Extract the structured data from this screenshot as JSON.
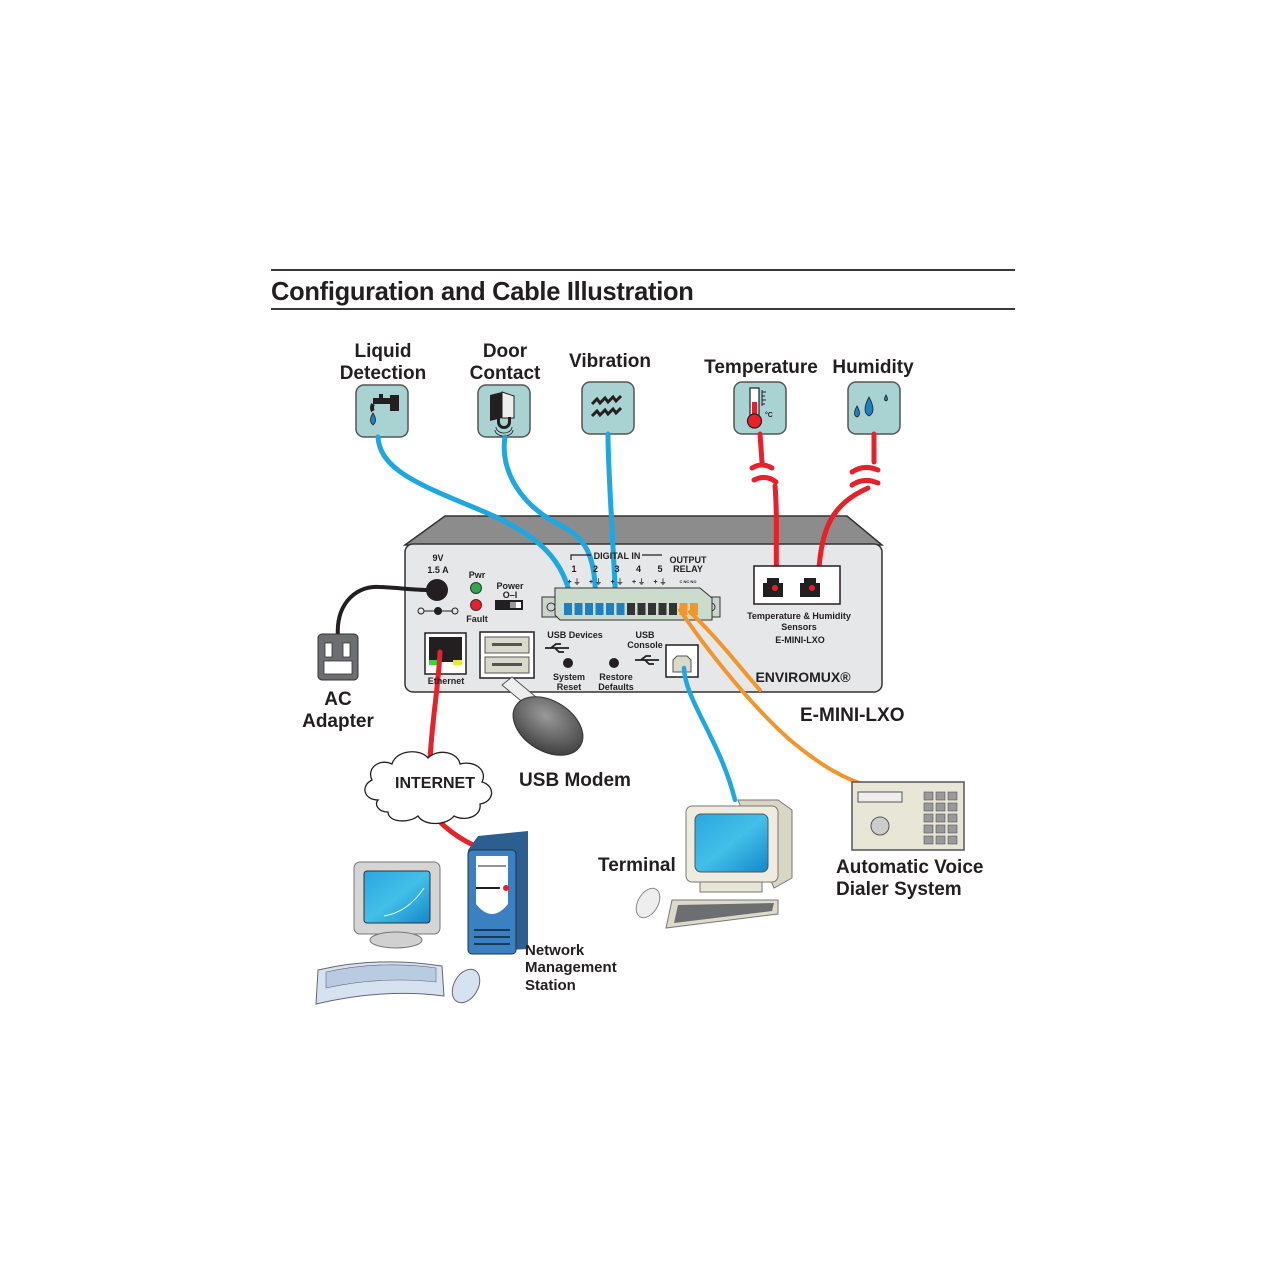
{
  "header": {
    "title": "Configuration and Cable Illustration"
  },
  "sensors": [
    {
      "label_line1": "Liquid",
      "label_line2": "Detection",
      "icon": "faucet-drip-icon"
    },
    {
      "label_line1": "Door",
      "label_line2": "Contact",
      "icon": "door-magnet-icon"
    },
    {
      "label_line1": "Vibration",
      "label_line2": "",
      "icon": "vibration-wave-icon"
    },
    {
      "label_line1": "Temperature",
      "label_line2": "",
      "icon": "thermometer-icon"
    },
    {
      "label_line1": "Humidity",
      "label_line2": "",
      "icon": "water-drops-icon"
    }
  ],
  "thermometer_unit": "°C",
  "device": {
    "brand": "ENVIROMUX®",
    "model": "E-MINI-LXO",
    "power_rating_line1": "9V",
    "power_rating_line2": "1.5 A",
    "led_pwr": "Pwr",
    "led_fault": "Fault",
    "power_switch_label": "Power",
    "power_switch_states": "O–I",
    "digital_in_label": "DIGITAL IN",
    "output_relay_line1": "OUTPUT",
    "output_relay_line2": "RELAY",
    "digital_in_channels": [
      "1",
      "2",
      "3",
      "4",
      "5"
    ],
    "channel_polarity": "+ ⏚",
    "relay_contacts": "C  NC  NO",
    "ethernet_label": "Ethernet",
    "usb_devices_label": "USB Devices",
    "usb_console_line1": "USB",
    "usb_console_line2": "Console",
    "system_reset_line1": "System",
    "system_reset_line2": "Reset",
    "restore_defaults_line1": "Restore",
    "restore_defaults_line2": "Defaults",
    "sensor_port_line1": "Temperature & Humidity",
    "sensor_port_line2": "Sensors",
    "sensor_port_line3": "E-MINI-LXO"
  },
  "peripherals": {
    "ac_adapter_line1": "AC",
    "ac_adapter_line2": "Adapter",
    "usb_modem": "USB Modem",
    "internet": "INTERNET",
    "terminal": "Terminal",
    "nms_line1": "Network",
    "nms_line2": "Management",
    "nms_line3": "Station",
    "dialer_line1": "Automatic Voice",
    "dialer_line2": "Dialer System"
  },
  "colors": {
    "digital_cable": "#1ea7e1",
    "sensor_cable": "#e8202a",
    "relay_cable": "#f0962a",
    "ethernet_cable": "#e8202a",
    "console_cable": "#1ea7e1",
    "icon_bg": "#a9d3d3",
    "chassis_top": "#8c8c8c",
    "chassis_face": "#e6e7e8"
  }
}
